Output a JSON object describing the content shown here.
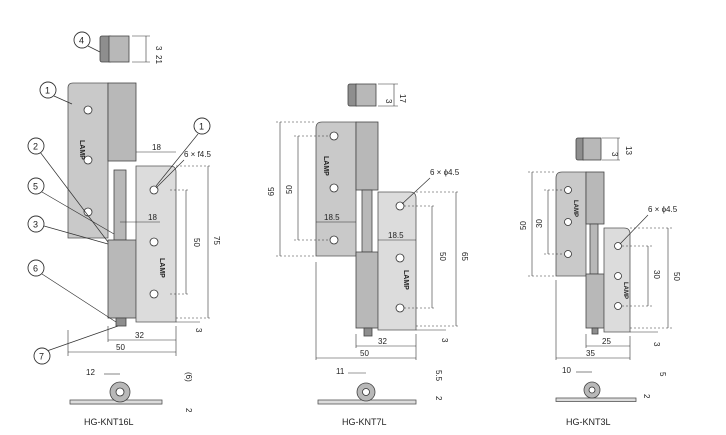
{
  "figures": [
    {
      "caption": "HG-KNT16L",
      "callouts": [
        "1",
        "2",
        "5",
        "3",
        "6",
        "7",
        "4",
        "1"
      ],
      "dims": {
        "cap_top": "3",
        "cap_height": "21",
        "hole_spec": "6 × f4.5",
        "width_18a": "18",
        "width_18b": "18",
        "pitch_50": "50",
        "height_75": "75",
        "bottom_3": "3",
        "base_32": "32",
        "total_50": "50",
        "side_12": "12",
        "side_2": "2",
        "side_6": "(6)"
      },
      "logo": "LAMP"
    },
    {
      "caption": "HG-KNT7L",
      "dims": {
        "cap_top": "3",
        "cap_height": "17",
        "hole_spec": "6 × ϕ4.5",
        "left_65": "65",
        "left_50": "50",
        "width_185a": "18.5",
        "width_185b": "18.5",
        "right_50": "50",
        "right_65": "65",
        "bottom_3": "3",
        "base_32": "32",
        "total_50": "50",
        "side_11": "11",
        "side_2": "2",
        "side_55": "5.5"
      },
      "logo": "LAMP"
    },
    {
      "caption": "HG-KNT3L",
      "dims": {
        "cap_top": "3",
        "cap_height": "13",
        "left_50": "50",
        "left_30": "30",
        "hole_spec": "6 × ϕ4.5",
        "right_30": "30",
        "right_50": "50",
        "bottom_3": "3",
        "base_25": "25",
        "total_35": "35",
        "side_10": "10",
        "side_2": "2",
        "side_5": "5"
      },
      "logo": "LAMP"
    }
  ]
}
